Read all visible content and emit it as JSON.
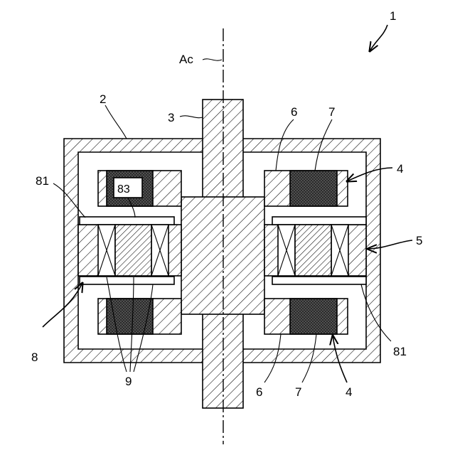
{
  "labels": {
    "device": "1",
    "housing": "2",
    "shaft": "3",
    "axis": "Ac",
    "upper_right_4": "4",
    "right_5": "5",
    "upper_6": "6",
    "upper_7": "7",
    "left_81": "81",
    "left_83": "83",
    "left_8": "8",
    "bottom_9": "9",
    "lower_6": "6",
    "lower_7": "7",
    "lower_right_4": "4",
    "right_81": "81"
  },
  "colors": {
    "line": "#000000",
    "background": "#ffffff",
    "magnet_fill": "#5a5a5a"
  }
}
